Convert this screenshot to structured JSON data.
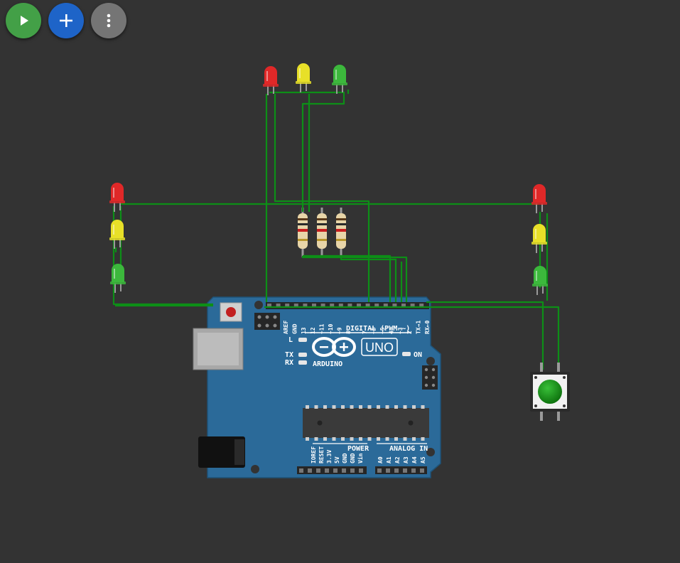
{
  "toolbar": {
    "run_icon": "play-icon",
    "add_icon": "plus-icon",
    "menu_icon": "more-vertical-icon",
    "colors": {
      "run": "#43a047",
      "add": "#1e64c8",
      "menu": "#757575"
    }
  },
  "board": {
    "labels": {
      "model": "UNO",
      "brand": "ARDUINO",
      "digital": "DIGITAL (PWM ~)",
      "power": "POWER",
      "analog": "ANALOG IN",
      "on": "ON",
      "l": "L",
      "tx": "TX",
      "rx": "RX"
    },
    "digital_pins": [
      "AREF",
      "GND",
      "13",
      "12",
      "~11",
      "~10",
      "~9",
      "8",
      "7",
      "~6",
      "~5",
      "4",
      "~3",
      "2",
      "TX→1",
      "RX←0"
    ],
    "power_pins": [
      "IOREF",
      "RESET",
      "3.3V",
      "5V",
      "GND",
      "GND",
      "Vin"
    ],
    "analog_pins": [
      "A0",
      "A1",
      "A2",
      "A3",
      "A4",
      "A5"
    ],
    "colors": {
      "pcb": "#2b6a99",
      "pcb_edge": "#1e5378"
    }
  },
  "leds": {
    "top": [
      "red",
      "yellow",
      "green"
    ],
    "left": [
      "red",
      "yellow",
      "green"
    ],
    "right": [
      "red",
      "yellow",
      "green"
    ],
    "colors": {
      "red": "#e02828",
      "yellow": "#e8e028",
      "green": "#3cb83c"
    }
  },
  "resistors": {
    "count": 3
  },
  "pushbutton": {
    "color": "#1a8f1a"
  },
  "wire_color": "#0d8f17"
}
